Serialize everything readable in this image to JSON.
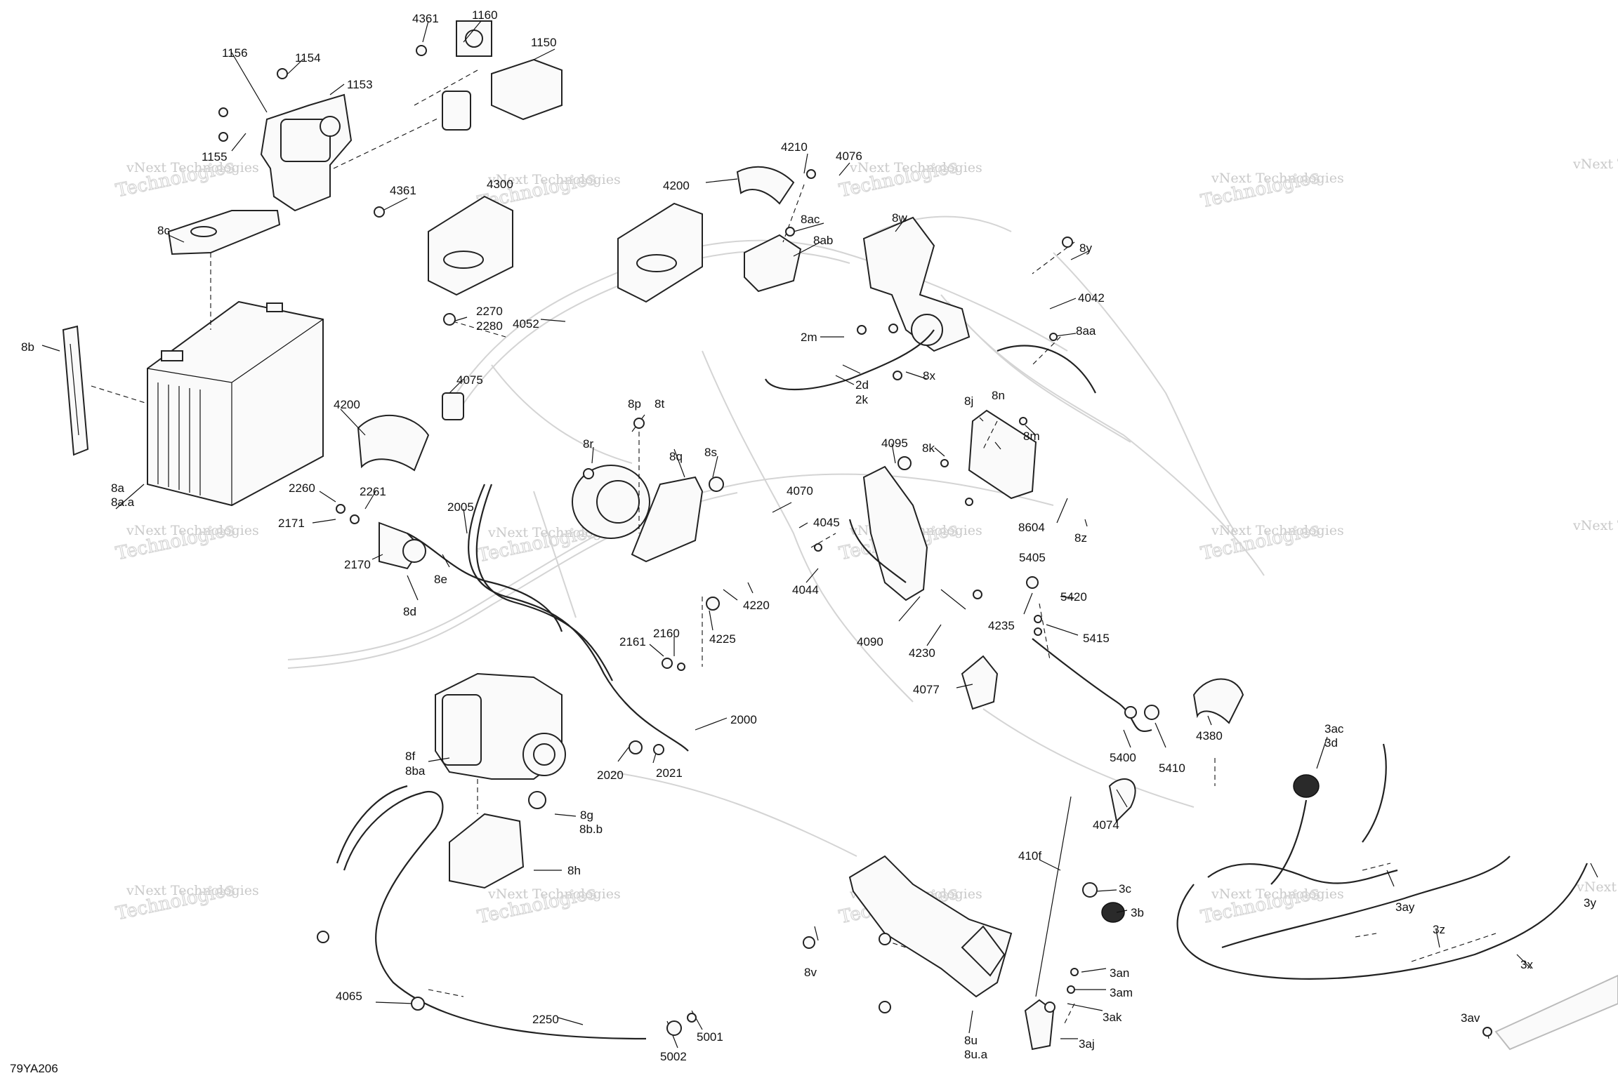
{
  "diagram": {
    "figure_code": "79YA206",
    "watermark": {
      "line1": "vNext Technologies",
      "line2": "Technologies"
    },
    "callouts": [
      "1160",
      "4361",
      "1150",
      "1156",
      "1154",
      "1153",
      "1155",
      "4210",
      "4076",
      "4200",
      "4300",
      "8ac",
      "8ab",
      "4361",
      "8c",
      "8w",
      "8y",
      "4042",
      "8aa",
      "2270",
      "2280",
      "4052",
      "2m",
      "8x",
      "2d",
      "2k",
      "8b",
      "4075",
      "8j",
      "8n",
      "8m",
      "8k",
      "4200",
      "8p",
      "8t",
      "8r",
      "8q",
      "8s",
      "4095",
      "8a",
      "8a.a",
      "4070",
      "4045",
      "8604",
      "8z",
      "2260",
      "2261",
      "2171",
      "2005",
      "2170",
      "8e",
      "8d",
      "4044",
      "4220",
      "4225",
      "4090",
      "4235",
      "4230",
      "5405",
      "5420",
      "5415",
      "2161",
      "2160",
      "4077",
      "8f",
      "8ba",
      "2000",
      "2020",
      "2021",
      "4380",
      "5400",
      "5410",
      "3ac",
      "3d",
      "8g",
      "8b.b",
      "8h",
      "4074",
      "410f",
      "3c",
      "3b",
      "3ay",
      "3y",
      "8v",
      "3z",
      "3x",
      "4065",
      "3an",
      "3am",
      "3ak",
      "3aj",
      "2250",
      "5001",
      "5002",
      "8u",
      "8u.a",
      "3av"
    ]
  }
}
